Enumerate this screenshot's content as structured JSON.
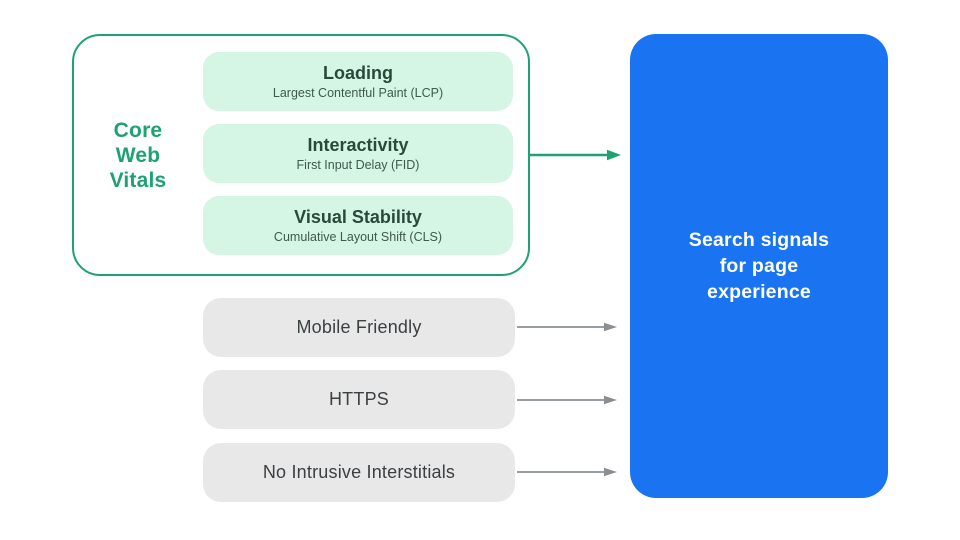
{
  "colors": {
    "background": "#FFFFFF",
    "green": "#1EA272",
    "green_light": "#D5F5E5",
    "green_title": "#294A3B",
    "green_subtitle": "#3E5A4D",
    "blue": "#1A74F2",
    "gray_box": "#E8E8E8",
    "gray_text": "#3C4043",
    "gray_arrow": "#8A8F94"
  },
  "core_web_vitals": {
    "label": "Core\nWeb\nVitals",
    "items": [
      {
        "title": "Loading",
        "subtitle": "Largest Contentful Paint (LCP)"
      },
      {
        "title": "Interactivity",
        "subtitle": "First Input Delay (FID)"
      },
      {
        "title": "Visual Stability",
        "subtitle": "Cumulative Layout Shift (CLS)"
      }
    ]
  },
  "other_signals": [
    {
      "label": "Mobile Friendly"
    },
    {
      "label": "HTTPS"
    },
    {
      "label": "No Intrusive Interstitials"
    }
  ],
  "result": {
    "label": "Search signals\nfor page\nexperience"
  }
}
